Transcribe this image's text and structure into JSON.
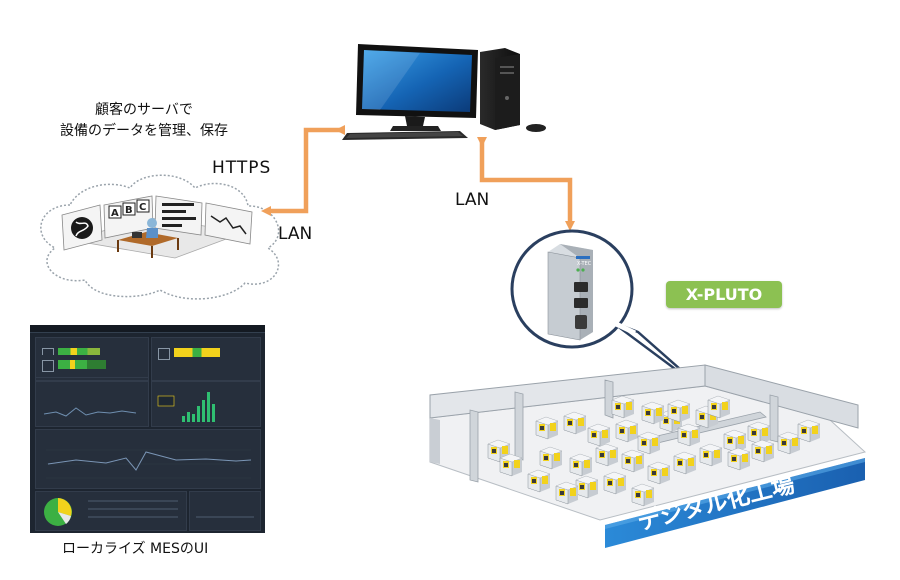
{
  "cloud": {
    "note_line1": "顧客のサーバで",
    "note_line2": "設備のデータを管理、保存",
    "board_letters": [
      "A",
      "B",
      "C"
    ]
  },
  "links": {
    "https": "HTTPS",
    "lan_left": "LAN",
    "lan_right": "LAN"
  },
  "device": {
    "badge": "X-PLUTO",
    "brand": "X-TEC"
  },
  "factory": {
    "title": "デジタル化工場"
  },
  "mes": {
    "caption": "ローカライズ MESのUI"
  },
  "colors": {
    "arrow": "#f0a05a",
    "badge": "#8cc152",
    "factory_banner": "#1e73be",
    "callout_ring": "#2a3f5f",
    "machine_yellow": "#f2d21c"
  }
}
